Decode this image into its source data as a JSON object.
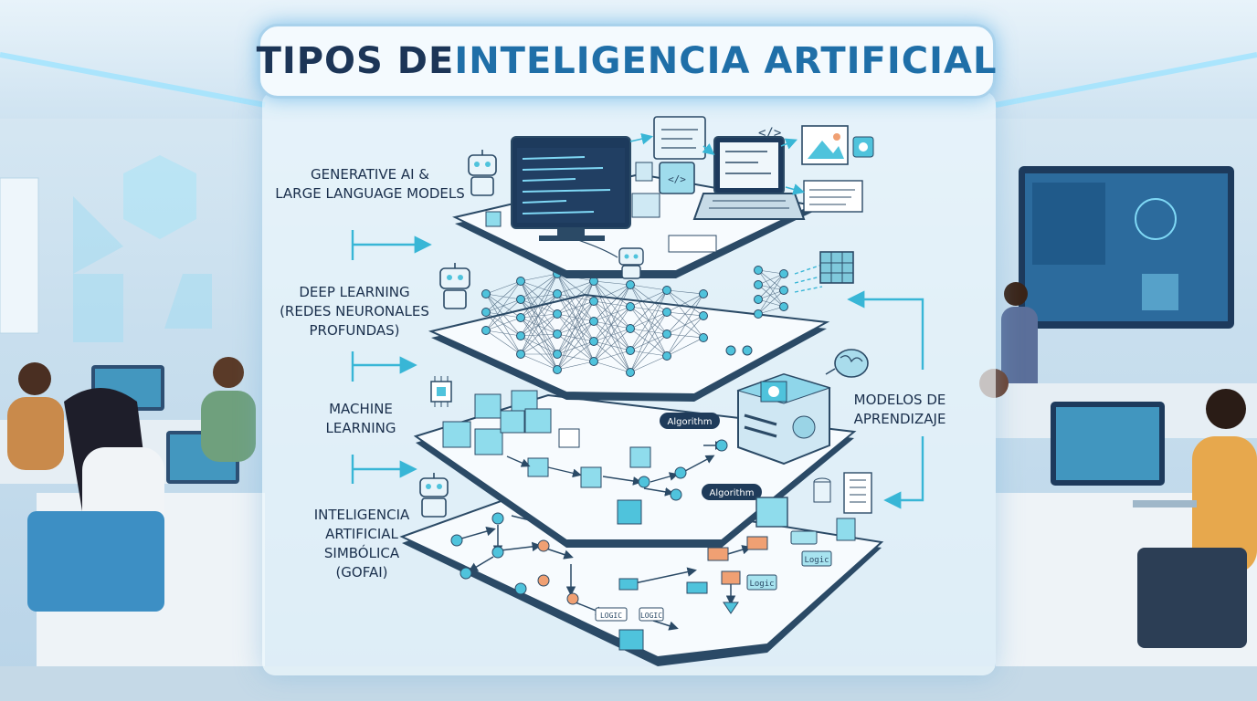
{
  "title": {
    "part1": "TIPOS DE ",
    "part2": "INTELIGENCIA ARTIFICIAL"
  },
  "layers": [
    {
      "id": "genai",
      "lines": [
        "GENERATIVE AI &",
        "LARGE LANGUAGE MODELS"
      ]
    },
    {
      "id": "deep",
      "lines": [
        "DEEP LEARNING",
        "(REDES NEURONALES",
        "PROFUNDAS)"
      ]
    },
    {
      "id": "ml",
      "lines": [
        "MACHINE",
        "LEARNING"
      ]
    },
    {
      "id": "symbolic",
      "lines": [
        "INTELIGENCIA",
        "ARTIFICIAL",
        "SIMBÓLICA",
        "(GOFAI)"
      ]
    }
  ],
  "side_label": {
    "lines": [
      "MODELOS DE",
      "APRENDIZAJE"
    ]
  },
  "tags": {
    "algorithm": "Algorithm",
    "logic": "LOGIC",
    "logic_short": "Logic",
    "code_icon": "</>"
  },
  "colors": {
    "title_dark": "#1c3557",
    "title_accent": "#1f6fa8",
    "node_cyan": "#4fc3dc",
    "node_orange": "#f0a073",
    "arrow_cyan": "#38b6d6",
    "platform_edge": "#2b4a66"
  }
}
